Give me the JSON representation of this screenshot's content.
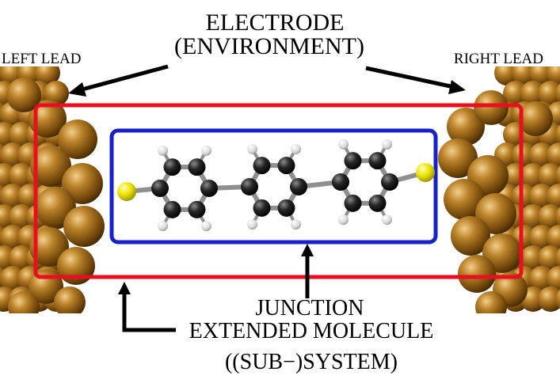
{
  "labels": {
    "electrode_line1": "ELECTRODE",
    "electrode_line2": "(ENVIRONMENT)",
    "left_lead": "LEFT LEAD",
    "right_lead": "RIGHT LEAD",
    "junction": "JUNCTION",
    "extended_molecule": "EXTENDED MOLECULE",
    "subsystem": "((SUB−)SYSTEM)"
  },
  "colors": {
    "extended_molecule_box": "#e8101e",
    "junction_box": "#1820c8",
    "gold_atom": "#8a5a14",
    "sulfur_atom": "#e8e000",
    "carbon_atom": "#1a1a1a",
    "hydrogen_atom": "#f2f2f2",
    "arrow": "#000000"
  },
  "molecule": {
    "rings": 3,
    "linker_atoms": [
      "S",
      "S"
    ]
  }
}
